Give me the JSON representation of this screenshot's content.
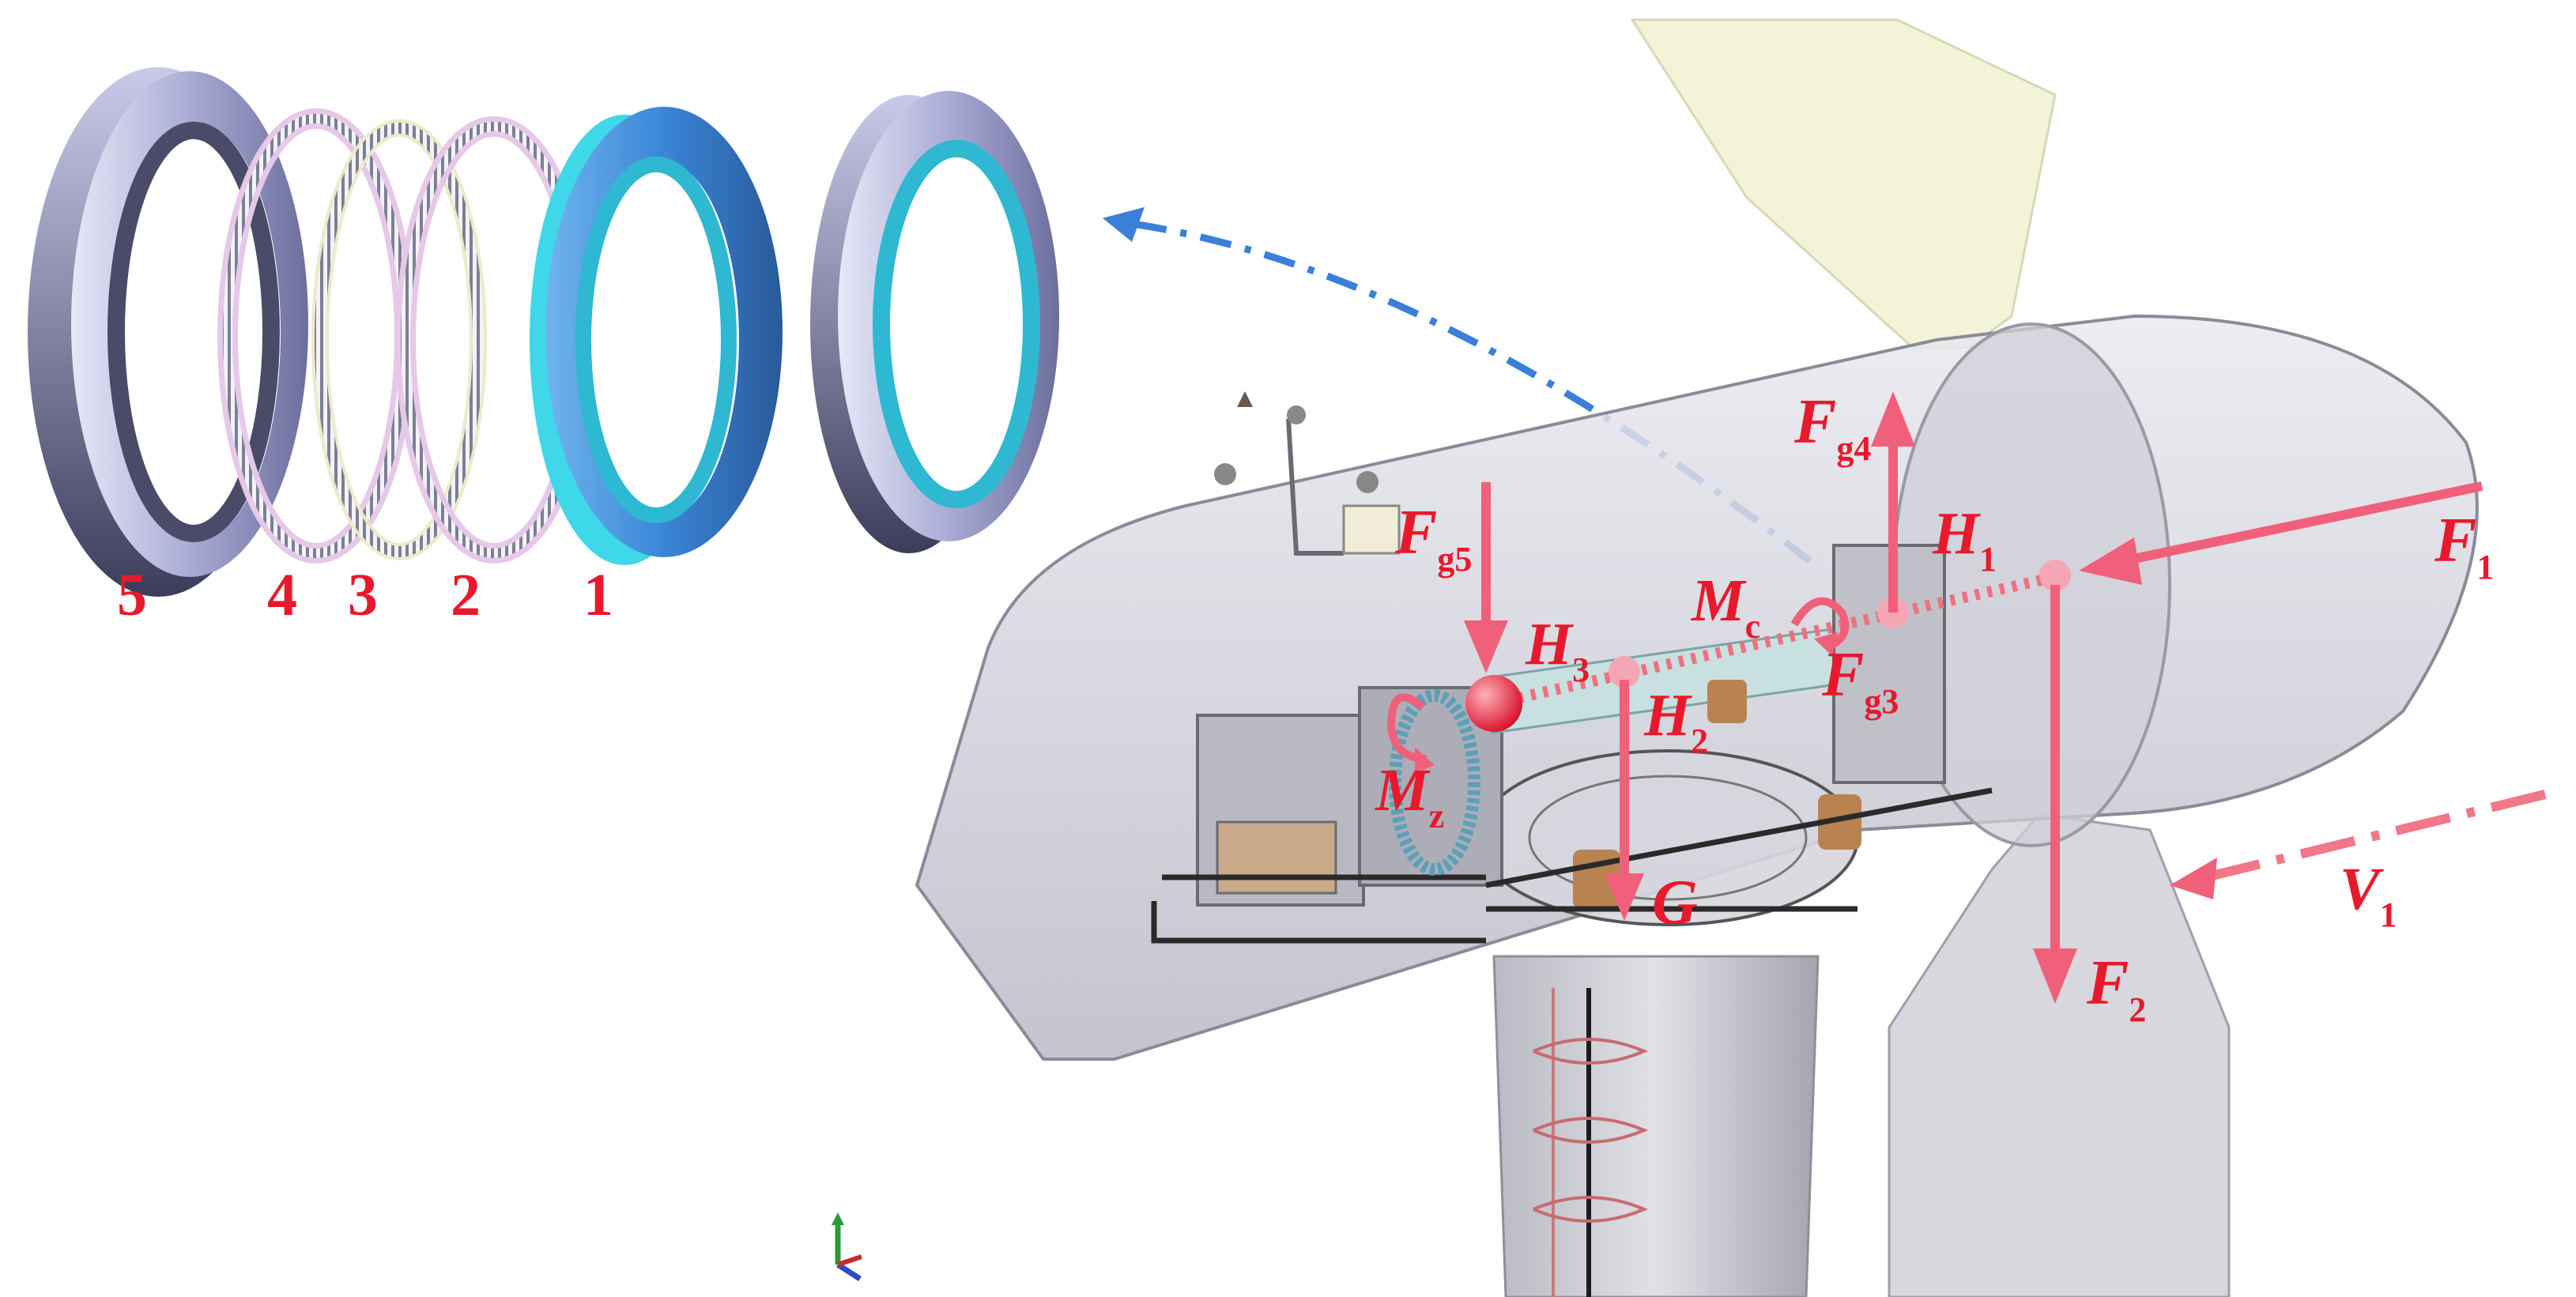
{
  "bearing_labels": [
    "5",
    "4",
    "3",
    "2",
    "1"
  ],
  "forces": {
    "F1": {
      "main": "F",
      "sub": "1"
    },
    "F2": {
      "main": "F",
      "sub": "2"
    },
    "Fg3": {
      "main": "F",
      "sub": "g3"
    },
    "Fg4": {
      "main": "F",
      "sub": "g4"
    },
    "Fg5": {
      "main": "F",
      "sub": "g5"
    },
    "G": {
      "main": "G",
      "sub": ""
    }
  },
  "points": {
    "H1": {
      "main": "H",
      "sub": "1"
    },
    "H2": {
      "main": "H",
      "sub": "2"
    },
    "H3": {
      "main": "H",
      "sub": "3"
    }
  },
  "moments": {
    "Mc": {
      "main": "M",
      "sub": "c"
    },
    "Mz": {
      "main": "M",
      "sub": "z"
    }
  },
  "wind": {
    "main": "V",
    "sub": "1"
  },
  "colors": {
    "label_red": "#e8192c",
    "arrow_red": "#f0607a",
    "dashed_blue": "#3a7fd8",
    "ring_lavender": "#aeb0dc",
    "ring_cyan": "#3fd8e8",
    "ring_blue": "#4a90d8"
  }
}
